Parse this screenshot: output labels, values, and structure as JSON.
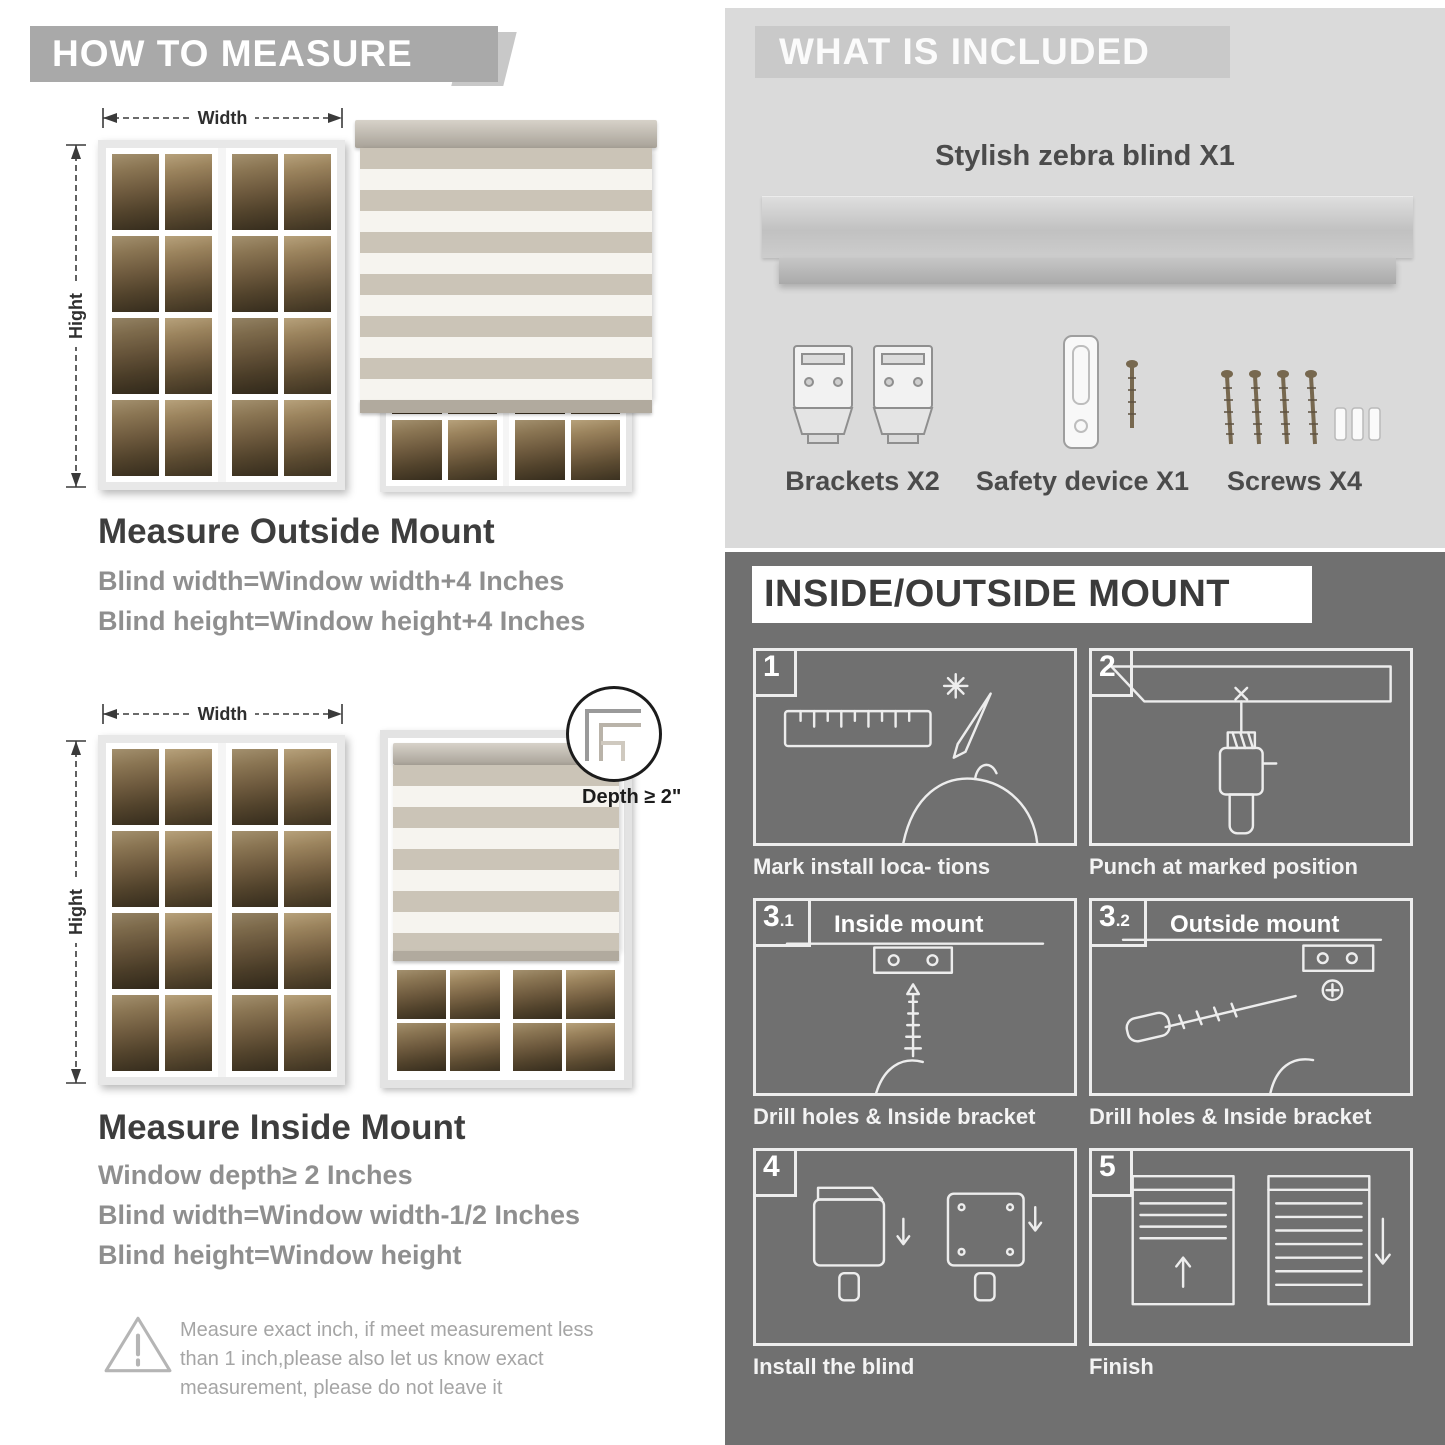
{
  "left": {
    "header": "HOW TO MEASURE",
    "outside": {
      "width_label": "Width",
      "height_label": "Hight",
      "title": "Measure Outside Mount",
      "line1": "Blind width=Window width+4 Inches",
      "line2": "Blind height=Window height+4 Inches"
    },
    "inside": {
      "width_label": "Width",
      "height_label": "Hight",
      "depth_callout": "Depth ≥ 2\"",
      "title": "Measure Inside Mount",
      "line1": "Window depth≥ 2 Inches",
      "line2": "Blind width=Window width-1/2 Inches",
      "line3": "Blind height=Window height"
    },
    "warning": {
      "line1": "Measure exact inch, if meet measurement less",
      "line2": "than 1 inch,please also let us know exact",
      "line3": "measurement, please do not leave it"
    }
  },
  "included": {
    "header": "WHAT IS INCLUDED",
    "product": "Stylish zebra blind X1",
    "items": [
      {
        "label": "Brackets X2"
      },
      {
        "label": "Safety device X1"
      },
      {
        "label": "Screws X4"
      }
    ]
  },
  "mount": {
    "header": "INSIDE/OUTSIDE MOUNT",
    "steps": [
      {
        "num": "1",
        "caption": "Mark install loca- tions"
      },
      {
        "num": "2",
        "caption": "Punch at  marked position"
      },
      {
        "num": "3",
        "sub": ".1",
        "inline_label": "Inside mount",
        "caption": "Drill holes &  Inside bracket"
      },
      {
        "num": "3",
        "sub": ".2",
        "inline_label": "Outside mount",
        "caption": "Drill holes &  Inside bracket"
      },
      {
        "num": "4",
        "caption": "Install the blind"
      },
      {
        "num": "5",
        "caption": "Finish"
      }
    ]
  },
  "colors": {
    "left_ribbon": "#a9a9a9",
    "included_panel": "#dadada",
    "mount_panel": "#707070",
    "heading_text": "#3d3d3d",
    "body_text": "#8f8f8f"
  }
}
